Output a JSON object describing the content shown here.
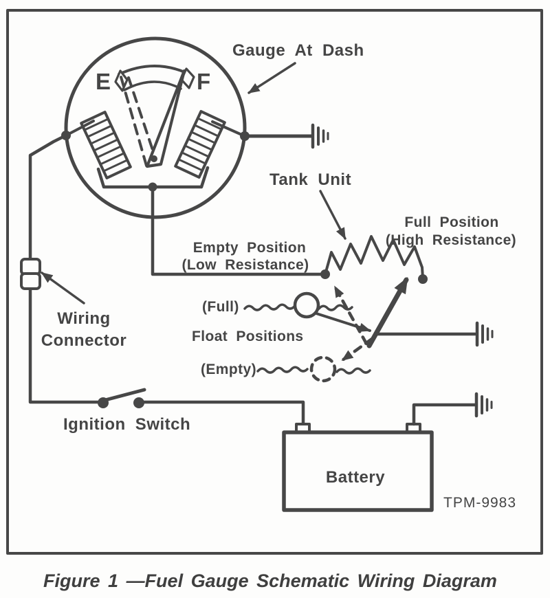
{
  "figure": {
    "caption": "Figure 1 —Fuel Gauge Schematic Wiring Diagram",
    "part_number": "TPM-9983",
    "colors": {
      "ink": "#474747",
      "background": "#fdfdfc"
    },
    "gauge": {
      "label": "Gauge At Dash",
      "scale_empty": "E",
      "scale_full": "F"
    },
    "tank_unit": {
      "label": "Tank Unit",
      "full_position": [
        "Full Position",
        "(High Resistance)"
      ],
      "empty_position": [
        "Empty Position",
        "(Low Resistance)"
      ],
      "float": {
        "full": "(Full)",
        "positions": "Float Positions",
        "empty": "(Empty)"
      }
    },
    "wiring_connector": [
      "Wiring",
      "Connector"
    ],
    "ignition_switch": "Ignition Switch",
    "battery": "Battery"
  }
}
